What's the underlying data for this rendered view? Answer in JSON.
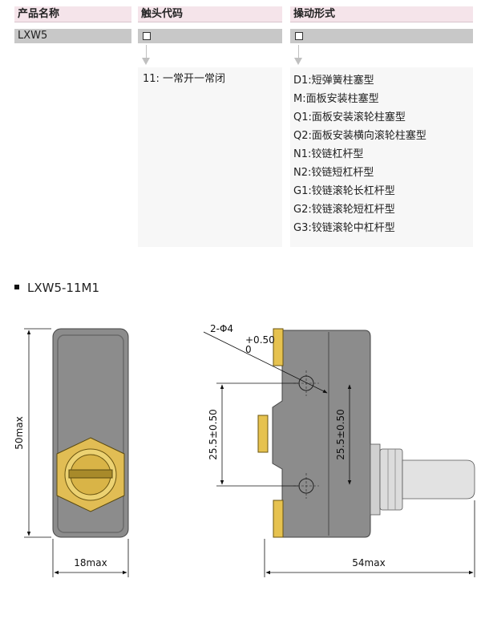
{
  "table": {
    "headers": [
      "产品名称",
      "触头代码",
      "操动形式"
    ],
    "model": "LXW5",
    "placeholder_symbol": "□",
    "contact_options": [
      "11: 一常开一常闭"
    ],
    "operation_options": [
      "D1:短弹簧柱塞型",
      "M:面板安装柱塞型",
      "Q1:面板安装滚轮柱塞型",
      "Q2:面板安装横向滚轮柱塞型",
      "N1:铰链杠杆型",
      "N2:铰链短杠杆型",
      "G1:铰链滚轮长杠杆型",
      "G2:铰链滚轮短杠杆型",
      "G3:铰链滚轮中杠杆型"
    ]
  },
  "drawing": {
    "title": "LXW5-11M1",
    "dims": {
      "height": "50max",
      "width": "18max",
      "length": "54max",
      "spacing_left": "25.5±0.50",
      "spacing_right": "25.5±0.50",
      "hole": "2-Φ4",
      "hole_tol_upper": "+0.50",
      "hole_tol_lower": "0"
    },
    "colors": {
      "body": "#8c8c8c",
      "brass": "#e7c35a",
      "plunger": "#d8d8d8"
    }
  }
}
